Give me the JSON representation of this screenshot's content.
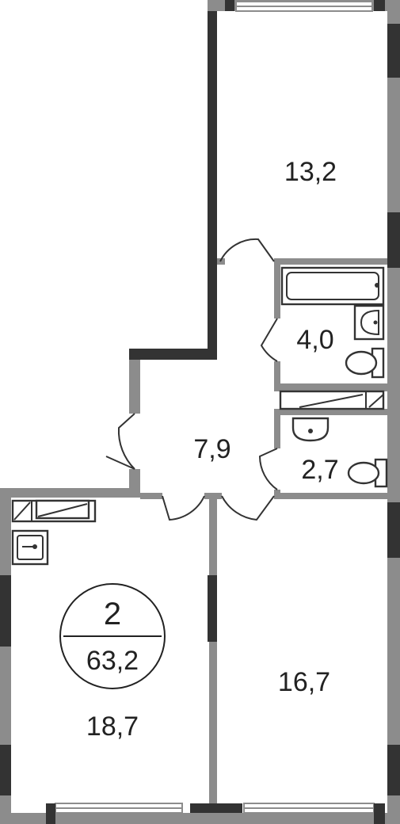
{
  "plan": {
    "rooms": [
      {
        "id": "bedroom-top",
        "area": "13,2"
      },
      {
        "id": "bathroom",
        "area": "4,0"
      },
      {
        "id": "hallway",
        "area": "7,9"
      },
      {
        "id": "toilet",
        "area": "2,7"
      },
      {
        "id": "kitchen-living",
        "area": "18,7"
      },
      {
        "id": "bedroom-bottom",
        "area": "16,7"
      }
    ],
    "summary": {
      "rooms_count": "2",
      "total_area": "63,2"
    }
  }
}
